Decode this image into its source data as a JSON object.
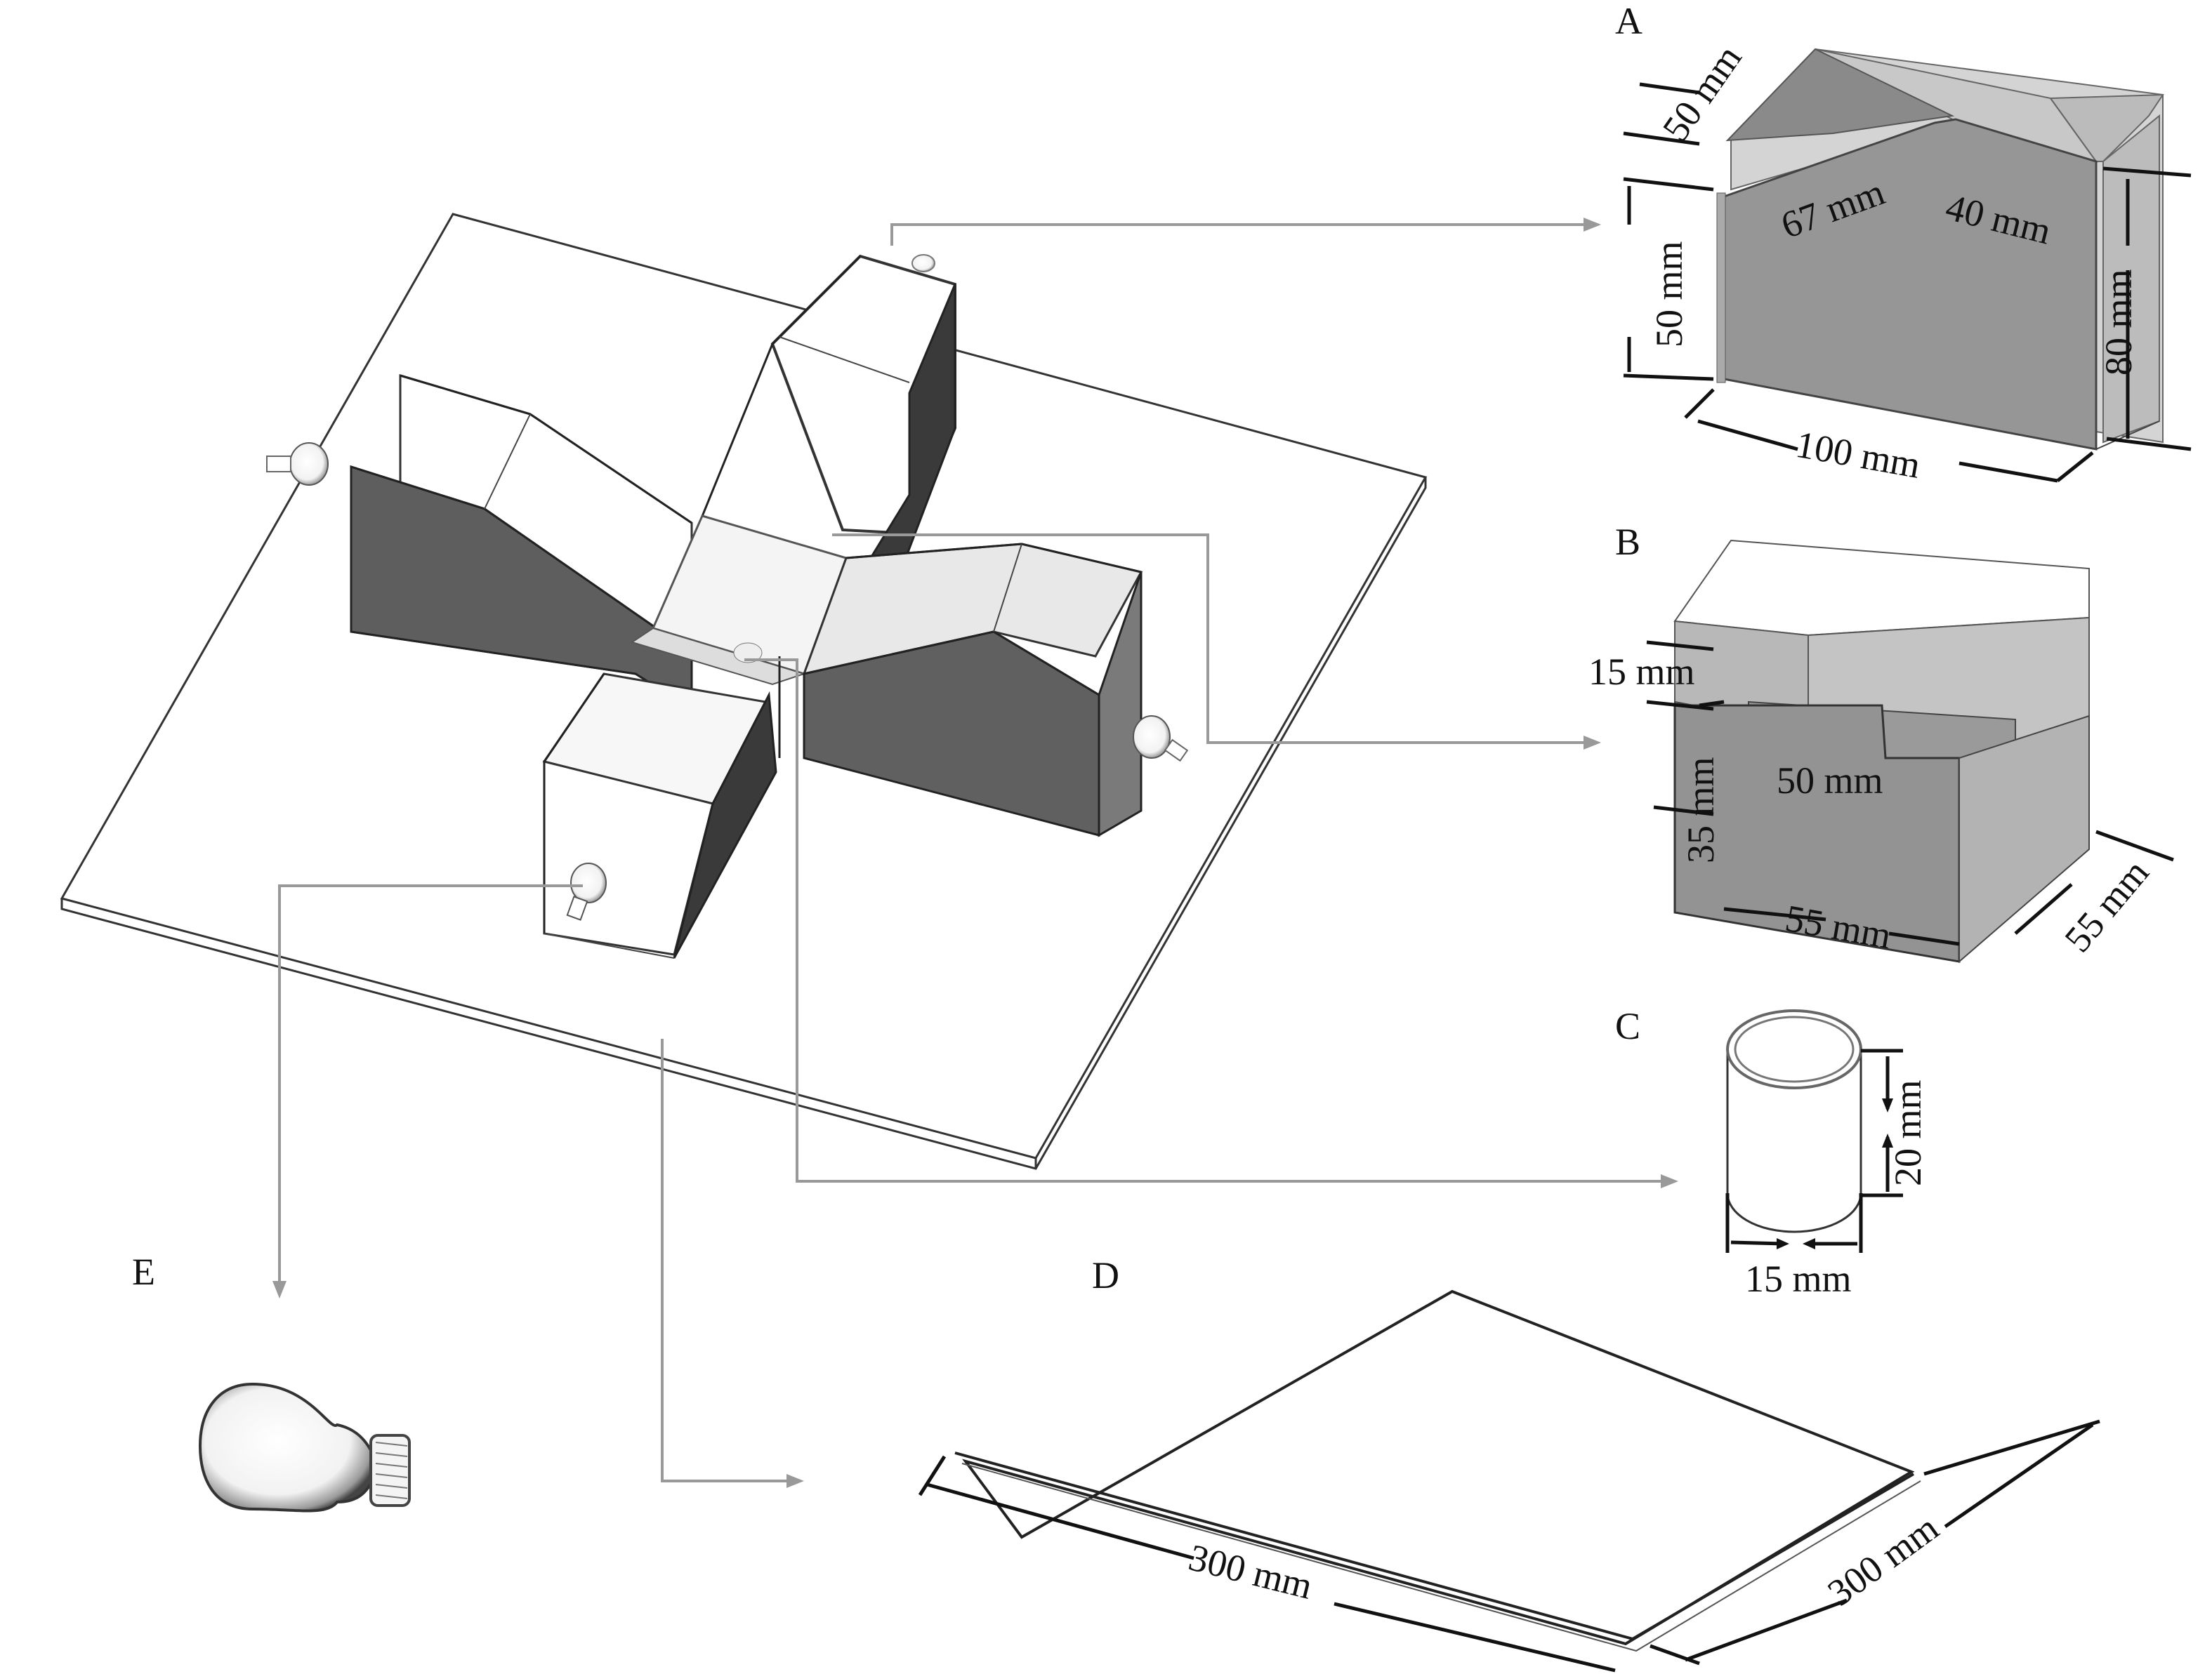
{
  "figure": {
    "description": "Plus-maze style apparatus: four arms joined to a central box on a base plate, with lamps at arm ends; exploded part views A-E with dimensions",
    "colors": {
      "wall_dark": "#3d3d3d",
      "wall_mid": "#616161",
      "panel_gray": "#959595",
      "panel_light": "#b8b8b8",
      "leader_line": "#999999",
      "dimension_line": "#111111"
    }
  },
  "panels": {
    "A": {
      "letter": "A",
      "part": "arm",
      "dims": {
        "top_depth": "50 mm",
        "sloped_length": "67 mm",
        "flat_length": "40 mm",
        "low_height": "50 mm",
        "high_height": "80 mm",
        "length": "100 mm"
      }
    },
    "B": {
      "letter": "B",
      "part": "central-box",
      "dims": {
        "opening_height": "15 mm",
        "wall_height": "35 mm",
        "opening_width": "50 mm",
        "width": "55 mm",
        "depth": "55 mm"
      }
    },
    "C": {
      "letter": "C",
      "part": "cylinder",
      "dims": {
        "height": "20 mm",
        "diameter": "15 mm"
      }
    },
    "D": {
      "letter": "D",
      "part": "base-plate",
      "dims": {
        "length": "300 mm",
        "width": "300 mm"
      }
    },
    "E": {
      "letter": "E",
      "part": "lamp"
    }
  },
  "icons": [
    "lightbulb-icon",
    "arrow-right-icon",
    "arrow-down-icon"
  ]
}
